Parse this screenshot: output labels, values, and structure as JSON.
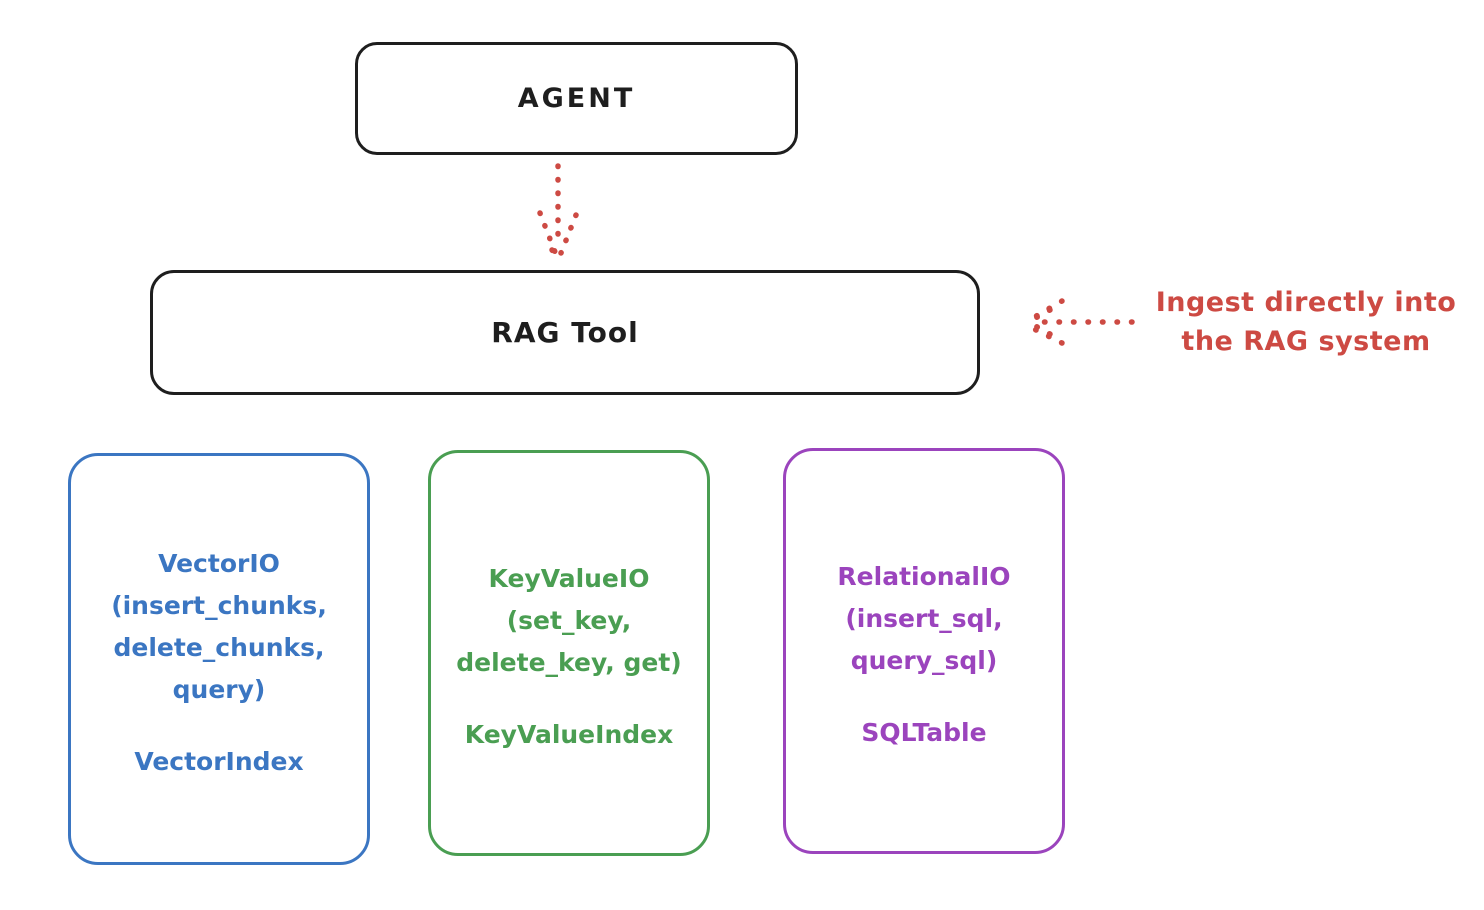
{
  "diagram": {
    "agent": {
      "label": "AGENT"
    },
    "rag_tool": {
      "label": "RAG Tool"
    },
    "annotation": {
      "line1": "Ingest directly into",
      "line2": "the RAG system"
    },
    "arrows": [
      {
        "name": "agent-to-rag-tool",
        "style": "dotted",
        "direction": "down"
      },
      {
        "name": "annotation-to-rag-tool",
        "style": "dotted",
        "direction": "left"
      }
    ],
    "backends": [
      {
        "id": "vector",
        "lines": [
          "VectorIO",
          "(insert_chunks,",
          "delete_chunks,",
          "query)"
        ],
        "index_label": "VectorIndex",
        "color": "#3b76c2"
      },
      {
        "id": "keyvalue",
        "lines": [
          "KeyValueIO",
          "(set_key,",
          "delete_key, get)"
        ],
        "index_label": "KeyValueIndex",
        "color": "#4a9e52"
      },
      {
        "id": "relational",
        "lines": [
          "RelationalIO",
          "(insert_sql,",
          "query_sql)"
        ],
        "index_label": "SQLTable",
        "color": "#9b44bd"
      }
    ]
  },
  "colors": {
    "stroke_black": "#1e1e1e",
    "accent_red": "#cd4a43",
    "vector_blue": "#3b76c2",
    "keyvalue_green": "#4a9e52",
    "relational_purple": "#9b44bd"
  }
}
